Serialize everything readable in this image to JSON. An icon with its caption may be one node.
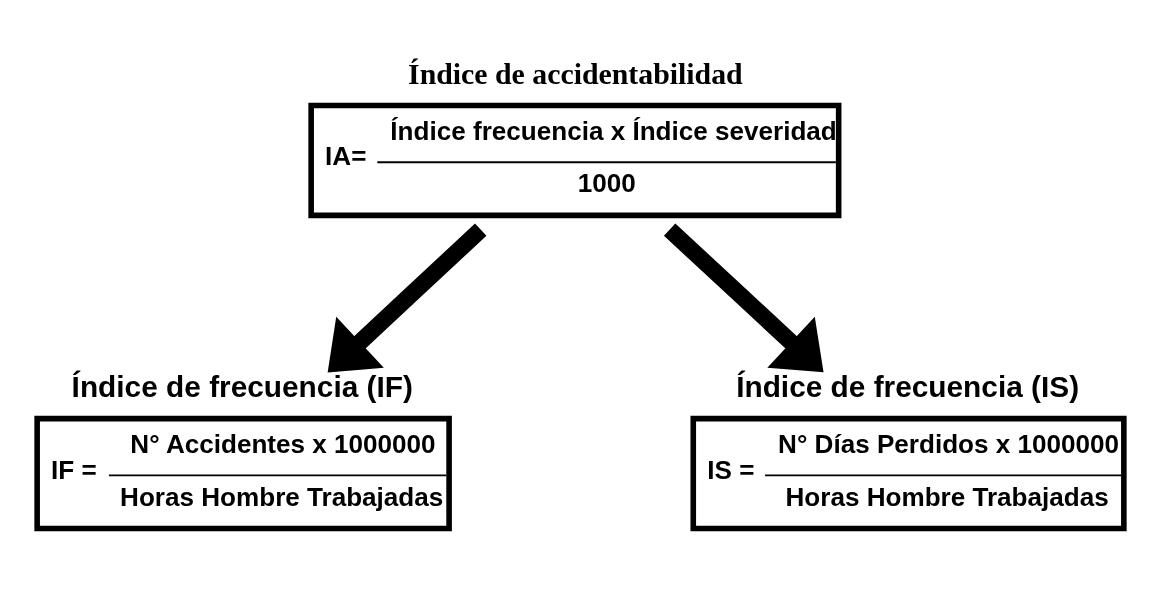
{
  "diagram": {
    "nodes": [
      {
        "text": [
          "Índice de accidentabilidad",
          "IA=",
          "Índice frecuencia x Índice severidad",
          "1000"
        ]
      },
      {
        "text": [
          "Índice de frecuencia (IF)",
          "IF =",
          "N° Accidentes x 1000000",
          "Horas Hombre Trabajadas"
        ]
      },
      {
        "text": [
          "Índice de frecuencia (IS)",
          "IS =",
          "N° Días Perdidos x 1000000",
          "Horas Hombre Trabajadas"
        ]
      }
    ],
    "edges": [
      {
        "from": 0,
        "to": 1,
        "arrow": "to"
      },
      {
        "from": 0,
        "to": 2,
        "arrow": "to"
      }
    ]
  }
}
